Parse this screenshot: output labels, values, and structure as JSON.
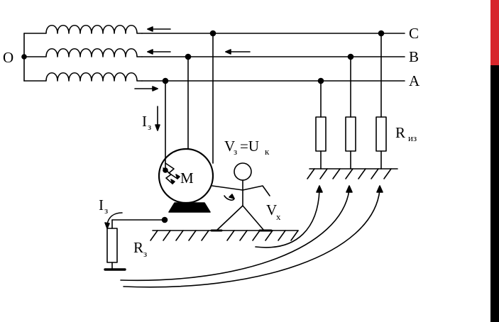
{
  "colors": {
    "ink": "#000000",
    "accent_red": "#d7262b",
    "accent_black": "#000000"
  },
  "labels": {
    "neutral": "O",
    "phase_c": "C",
    "phase_b": "B",
    "phase_a": "A",
    "motor": "M",
    "current_main": "I",
    "current_sub": "з",
    "current_left_main": "I",
    "current_left_sub": "з",
    "voltage_main": "V",
    "voltage_sub": "з",
    "voltage_eq": "=U",
    "voltage_eq_sub": "к",
    "touch_main": "V",
    "touch_sub": "х",
    "ground_res_main": "R",
    "ground_res_sub": "з",
    "insulation_main": "R",
    "insulation_sub": "из"
  }
}
